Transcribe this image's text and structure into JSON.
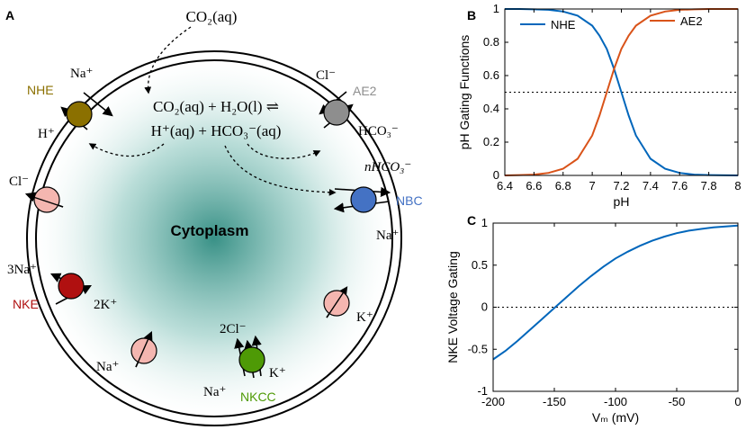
{
  "panels": {
    "a": "A",
    "b": "B",
    "c": "C"
  },
  "cell": {
    "cytoplasm_label": "Cytoplasm",
    "co2_source": "CO₂(aq)",
    "reaction_line1": "CO₂(aq) + H₂O(l) ⇌",
    "reaction_line2": "H⁺(aq) + HCO₃⁻(aq)"
  },
  "transporters": {
    "nhe": {
      "name": "NHE",
      "ion_in": "Na⁺",
      "ion_out": "H⁺",
      "color": "#8B7000"
    },
    "ae2": {
      "name": "AE2",
      "ion_in": "Cl⁻",
      "ion_out": "HCO₃⁻",
      "color": "#8E8E8E"
    },
    "nbc": {
      "name": "NBC",
      "ion_a": "nHCO₃⁻",
      "ion_b": "Na⁺",
      "color": "#4472C4"
    },
    "cl_channel": {
      "ion": "Cl⁻",
      "color": "#F4B6B0"
    },
    "nke": {
      "name": "NKE",
      "ion_out": "3Na⁺",
      "ion_in": "2K⁺",
      "color": "#B01010"
    },
    "k_channel": {
      "ion": "K⁺",
      "color": "#F4B6B0"
    },
    "nkcc": {
      "name": "NKCC",
      "ion_a": "2Cl⁻",
      "ion_b": "K⁺",
      "ion_c": "Na⁺",
      "color": "#4E9A06"
    },
    "na_channel": {
      "ion": "Na⁺",
      "color": "#F4B6B0"
    }
  },
  "chart_data": [
    {
      "type": "line",
      "panel": "B",
      "xlabel": "pH",
      "ylabel": "pH Gating Functions",
      "xlim": [
        6.4,
        8
      ],
      "ylim": [
        0,
        1
      ],
      "xticks": [
        "6.4",
        "6.6",
        "6.8",
        "7",
        "7.2",
        "7.4",
        "7.6",
        "7.8",
        "8"
      ],
      "yticks": [
        "0",
        "0.2",
        "0.4",
        "0.6",
        "0.8",
        "1"
      ],
      "reference_line": 0.5,
      "legend": "top",
      "x": [
        6.4,
        6.5,
        6.6,
        6.7,
        6.8,
        6.9,
        7.0,
        7.05,
        7.1,
        7.15,
        7.2,
        7.25,
        7.3,
        7.4,
        7.5,
        7.6,
        7.7,
        7.8,
        8.0
      ],
      "series": [
        {
          "name": "NHE",
          "color": "#0066BB",
          "values": [
            1.0,
            1.0,
            0.998,
            0.995,
            0.985,
            0.96,
            0.9,
            0.84,
            0.76,
            0.64,
            0.5,
            0.36,
            0.24,
            0.1,
            0.04,
            0.015,
            0.005,
            0.002,
            0.0
          ]
        },
        {
          "name": "AE2",
          "color": "#D95319",
          "values": [
            0.0,
            0.002,
            0.005,
            0.015,
            0.04,
            0.1,
            0.24,
            0.36,
            0.5,
            0.64,
            0.76,
            0.84,
            0.9,
            0.96,
            0.985,
            0.995,
            0.998,
            1.0,
            1.0
          ]
        }
      ]
    },
    {
      "type": "line",
      "panel": "C",
      "xlabel": "Vₘ (mV)",
      "ylabel": "NKE Voltage Gating",
      "xlim": [
        -200,
        0
      ],
      "ylim": [
        -1,
        1
      ],
      "xticks": [
        "-200",
        "-150",
        "-100",
        "-50",
        "0"
      ],
      "yticks": [
        "-1",
        "-0.5",
        "0",
        "0.5",
        "1"
      ],
      "reference_line": 0,
      "x": [
        -200,
        -190,
        -180,
        -170,
        -160,
        -150,
        -140,
        -130,
        -120,
        -110,
        -100,
        -90,
        -80,
        -70,
        -60,
        -50,
        -40,
        -30,
        -20,
        -10,
        0
      ],
      "series": [
        {
          "color": "#0066BB",
          "values": [
            -0.62,
            -0.52,
            -0.4,
            -0.27,
            -0.14,
            -0.01,
            0.12,
            0.25,
            0.37,
            0.48,
            0.58,
            0.66,
            0.73,
            0.79,
            0.84,
            0.88,
            0.91,
            0.93,
            0.95,
            0.96,
            0.97
          ]
        }
      ]
    }
  ]
}
